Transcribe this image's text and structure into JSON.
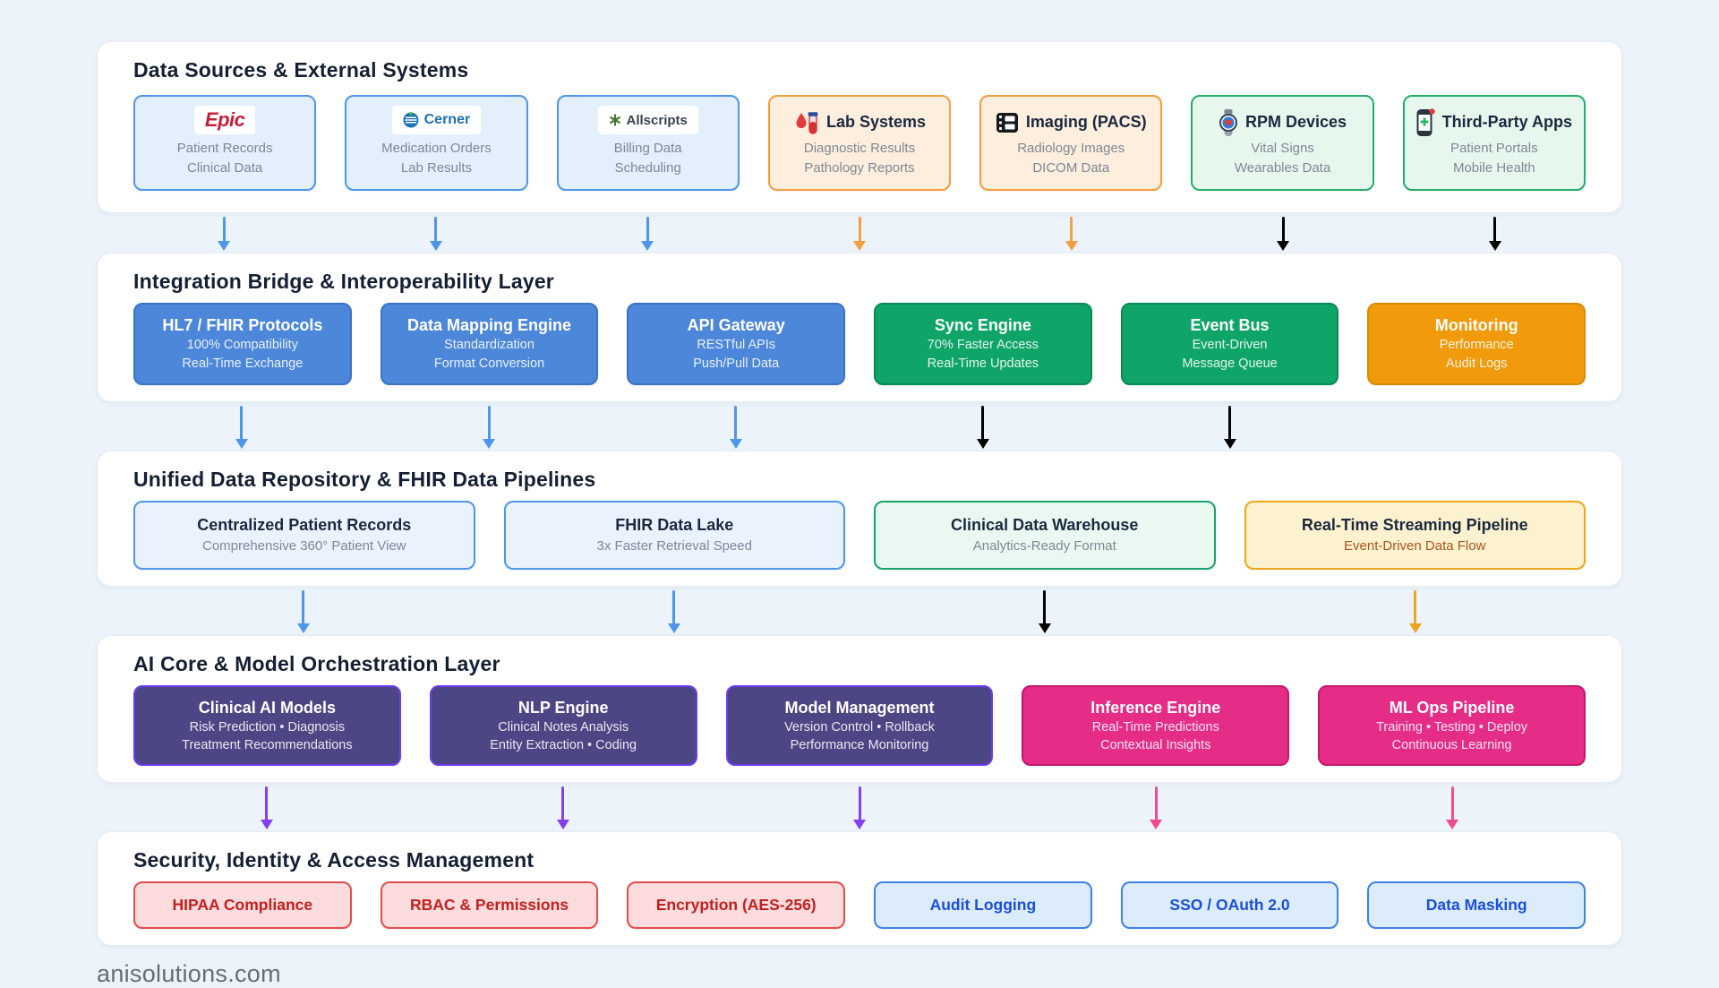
{
  "page": {
    "footer": "anisolutions.com"
  },
  "colors": {
    "page_background": "#ecf3fb",
    "panel_background": "#ffffff",
    "title_text": "#151f33",
    "muted_text": "#7e8896",
    "blue": "#4e96ea",
    "blue_solid": "#4d87d9",
    "green": "#18a96b",
    "green_solid": "#10a568",
    "orange": "#f59e3d",
    "orange_solid": "#f09a0c",
    "amber": "#f0a41c",
    "purple": "#8440f0",
    "purple_solid": "#4c4685",
    "pink": "#ef4b92",
    "pink_solid": "#e52c87",
    "security_red_text": "#c22020",
    "security_blue_text": "#1b4fd8",
    "epic_red": "#c5203a",
    "cerner_blue": "#1a6fb5"
  },
  "layers": [
    {
      "title": "Data Sources & External Systems",
      "cards": [
        {
          "logo_text": "Epic",
          "lines": [
            "Patient Records",
            "Clinical Data"
          ]
        },
        {
          "logo_text": "Cerner",
          "icon": "cerner-globe-icon",
          "lines": [
            "Medication Orders",
            "Lab Results"
          ]
        },
        {
          "logo_text": "Allscripts",
          "icon": "allscripts-asterisk-icon",
          "lines": [
            "Billing Data",
            "Scheduling"
          ]
        },
        {
          "title": "Lab Systems",
          "icon": "lab-blood-testtube-icon",
          "lines": [
            "Diagnostic Results",
            "Pathology Reports"
          ]
        },
        {
          "title": "Imaging (PACS)",
          "icon": "film-xray-icon",
          "lines": [
            "Radiology Images",
            "DICOM Data"
          ]
        },
        {
          "title": "RPM Devices",
          "icon": "smartwatch-icon",
          "lines": [
            "Vital Signs",
            "Wearables Data"
          ]
        },
        {
          "title": "Third-Party Apps",
          "icon": "mobile-health-icon",
          "lines": [
            "Patient Portals",
            "Mobile Health"
          ]
        }
      ]
    },
    {
      "title": "Integration Bridge & Interoperability Layer",
      "cards": [
        {
          "title": "HL7 / FHIR Protocols",
          "lines": [
            "100% Compatibility",
            "Real-Time Exchange"
          ]
        },
        {
          "title": "Data Mapping Engine",
          "lines": [
            "Standardization",
            "Format Conversion"
          ]
        },
        {
          "title": "API Gateway",
          "lines": [
            "RESTful APIs",
            "Push/Pull Data"
          ]
        },
        {
          "title": "Sync Engine",
          "lines": [
            "70% Faster Access",
            "Real-Time Updates"
          ]
        },
        {
          "title": "Event Bus",
          "lines": [
            "Event-Driven",
            "Message Queue"
          ]
        },
        {
          "title": "Monitoring",
          "lines": [
            "Performance",
            "Audit Logs"
          ]
        }
      ]
    },
    {
      "title": "Unified Data Repository & FHIR Data Pipelines",
      "cards": [
        {
          "title": "Centralized Patient Records",
          "lines": [
            "Comprehensive 360° Patient View"
          ]
        },
        {
          "title": "FHIR Data Lake",
          "lines": [
            "3x Faster Retrieval Speed"
          ]
        },
        {
          "title": "Clinical Data Warehouse",
          "lines": [
            "Analytics-Ready Format"
          ]
        },
        {
          "title": "Real-Time Streaming Pipeline",
          "lines": [
            "Event-Driven Data Flow"
          ]
        }
      ]
    },
    {
      "title": "AI Core & Model Orchestration Layer",
      "cards": [
        {
          "title": "Clinical AI Models",
          "lines": [
            "Risk Prediction • Diagnosis",
            "Treatment Recommendations"
          ]
        },
        {
          "title": "NLP Engine",
          "lines": [
            "Clinical Notes Analysis",
            "Entity Extraction • Coding"
          ]
        },
        {
          "title": "Model Management",
          "lines": [
            "Version Control • Rollback",
            "Performance Monitoring"
          ]
        },
        {
          "title": "Inference Engine",
          "lines": [
            "Real-Time Predictions",
            "Contextual Insights"
          ]
        },
        {
          "title": "ML Ops Pipeline",
          "lines": [
            "Training • Testing • Deploy",
            "Continuous Learning"
          ]
        }
      ]
    },
    {
      "title": "Security, Identity & Access Management",
      "cards": [
        {
          "title": "HIPAA Compliance"
        },
        {
          "title": "RBAC & Permissions"
        },
        {
          "title": "Encryption (AES-256)"
        },
        {
          "title": "Audit Logging"
        },
        {
          "title": "SSO / OAuth 2.0"
        },
        {
          "title": "Data Masking"
        }
      ]
    }
  ]
}
